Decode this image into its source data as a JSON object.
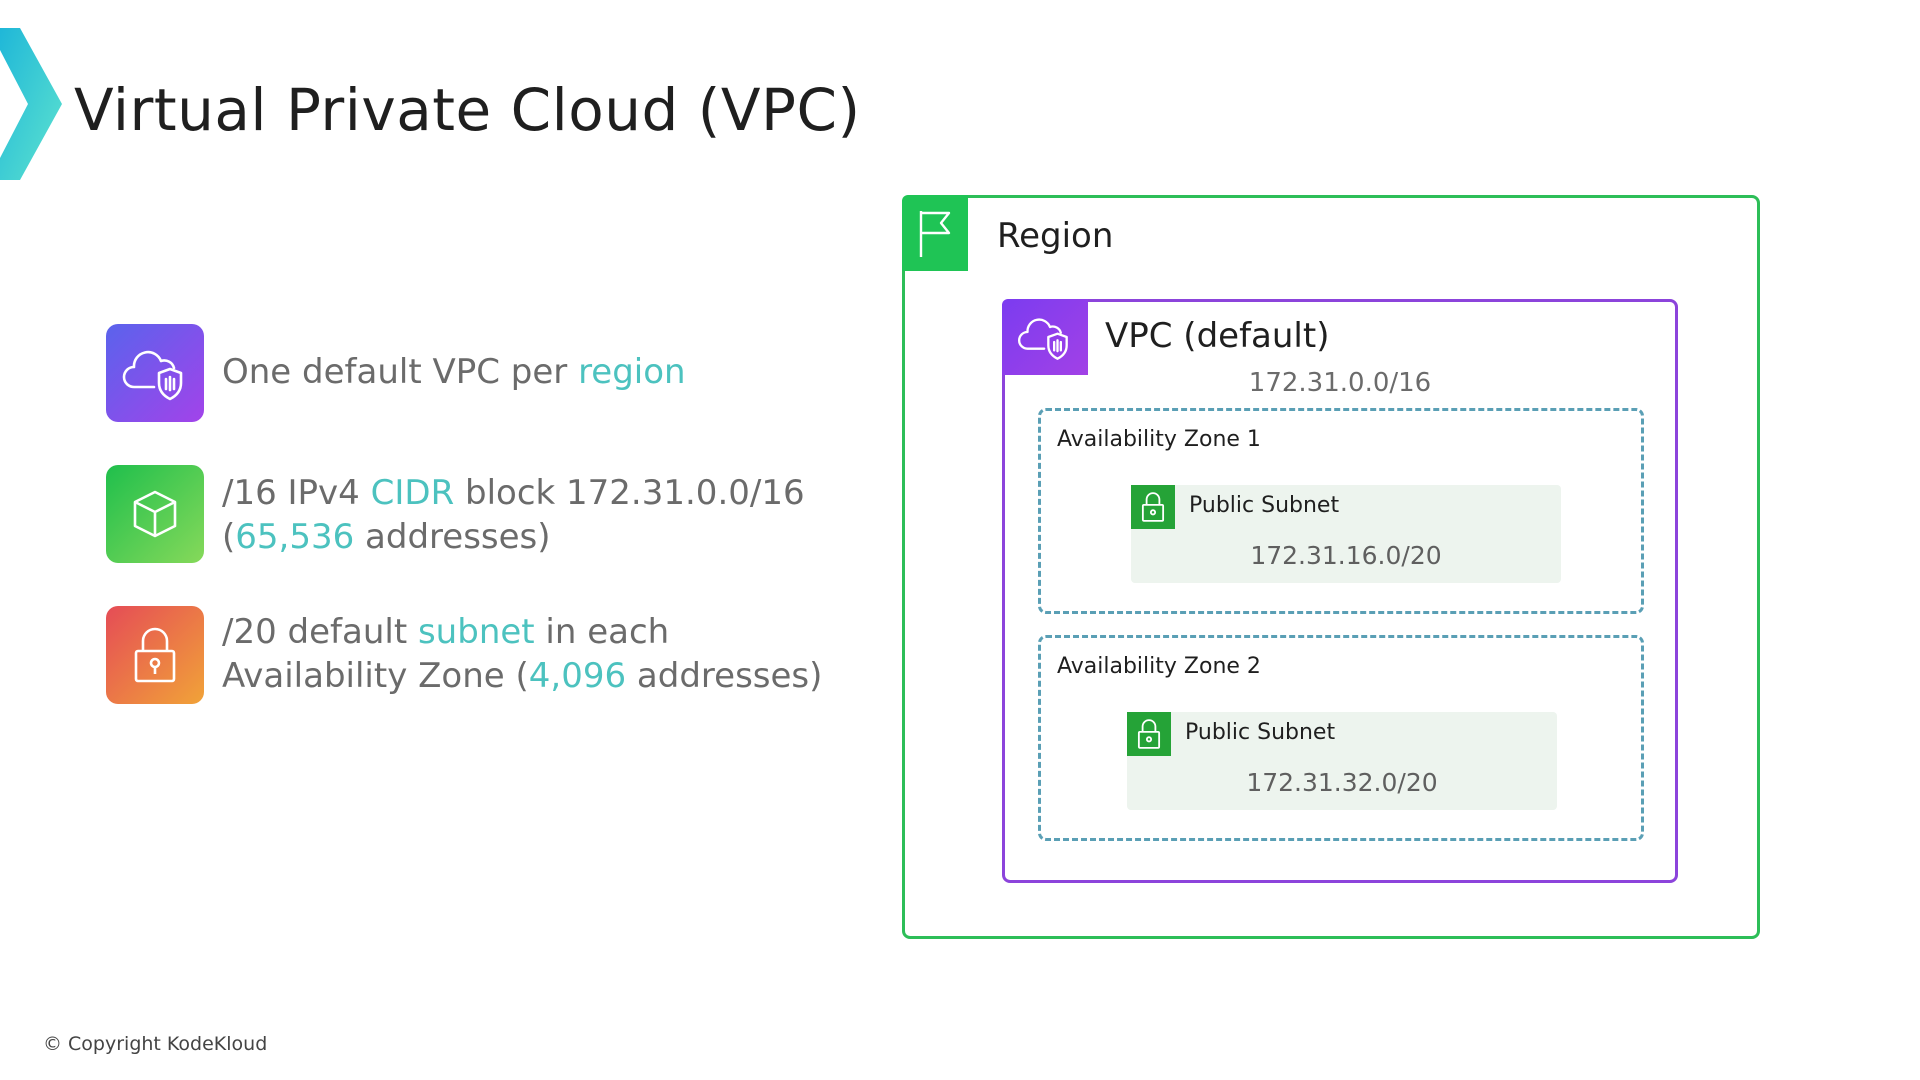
{
  "title": "Virtual Private Cloud (VPC)",
  "bullets": [
    {
      "icon": "cloud-shield-icon",
      "pre": "One default VPC per ",
      "hl": "region"
    },
    {
      "icon": "cube-icon",
      "line1_pre": "/16 IPv4 ",
      "line1_hl": "CIDR",
      "line1_post": " block 172.31.0.0/16",
      "line2_pre": "(",
      "line2_hl": "65,536",
      "line2_post": " addresses)"
    },
    {
      "icon": "lock-icon",
      "line1_pre": "/20 default ",
      "line1_hl": "subnet",
      "line1_post": " in each",
      "line2_pre": "Availability Zone (",
      "line2_hl": "4,096",
      "line2_post": " addresses)"
    }
  ],
  "diagram": {
    "region_label": "Region",
    "vpc_label": "VPC (default)",
    "vpc_cidr": "172.31.0.0/16",
    "zones": [
      {
        "label": "Availability Zone 1",
        "subnet_label": "Public Subnet",
        "subnet_cidr": "172.31.16.0/20"
      },
      {
        "label": "Availability Zone 2",
        "subnet_label": "Public Subnet",
        "subnet_cidr": "172.31.32.0/20"
      }
    ]
  },
  "copyright": "© Copyright KodeKloud",
  "colors": {
    "highlight": "#4cc2bf",
    "region_border": "#2dbe58",
    "vpc_border": "#8c44db",
    "az_border": "#5a9fb5",
    "subnet_bg": "#edf4ee"
  }
}
